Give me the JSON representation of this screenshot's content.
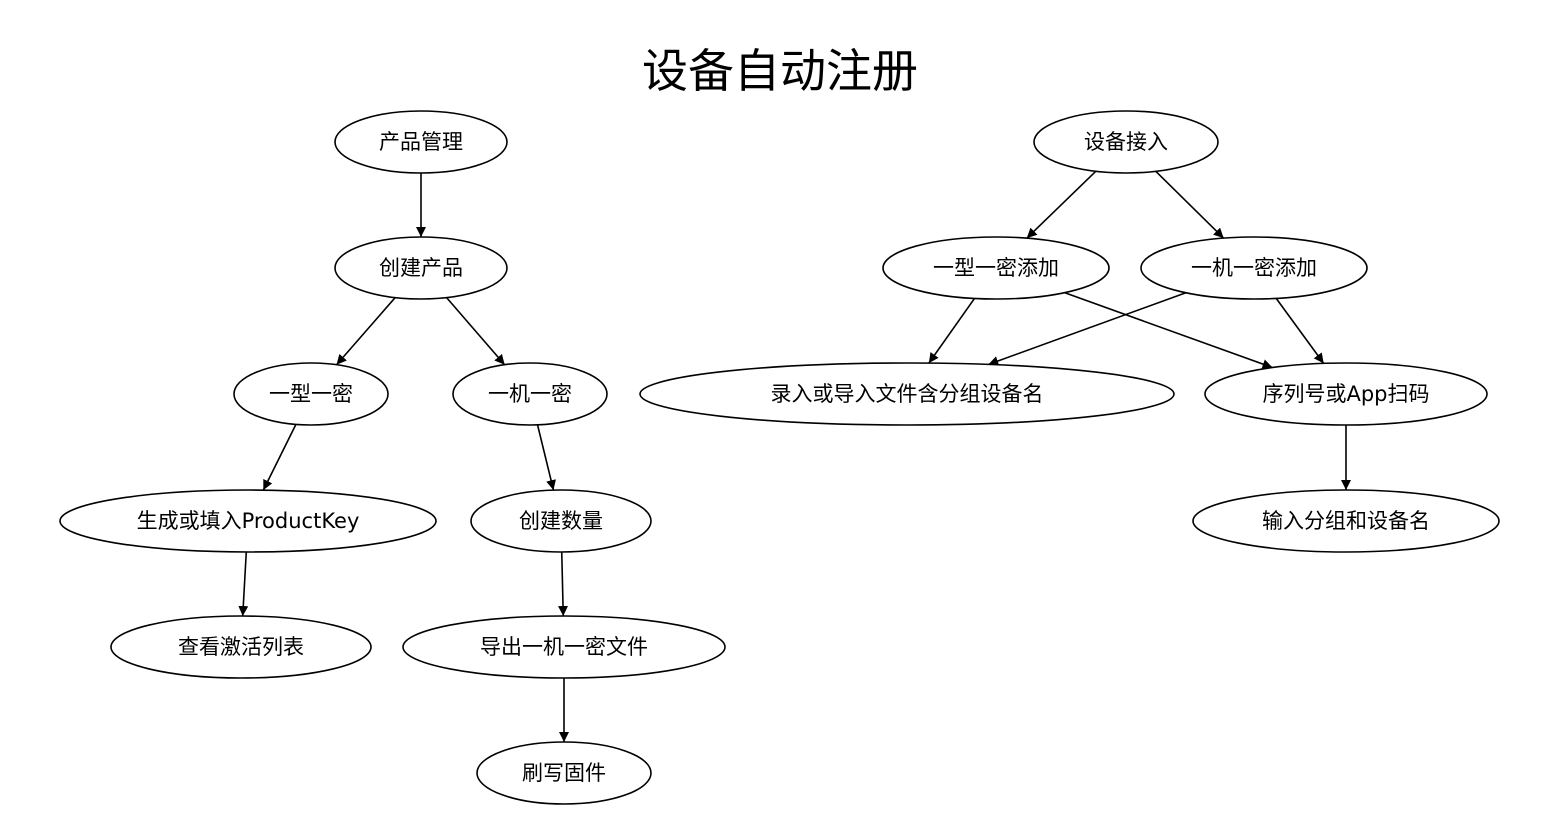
{
  "title": "设备自动注册",
  "nodes": {
    "product_mgmt": "产品管理",
    "create_product": "创建产品",
    "one_type_one_secret": "一型一密",
    "one_device_one_secret": "一机一密",
    "gen_product_key": "生成或填入ProductKey",
    "create_quantity": "创建数量",
    "view_activation_list": "查看激活列表",
    "export_secret_file": "导出一机一密文件",
    "flash_firmware": "刷写固件",
    "device_access": "设备接入",
    "add_one_type_one_secret": "一型一密添加",
    "add_one_device_one_secret": "一机一密添加",
    "import_device_names": "录入或导入文件含分组设备名",
    "serial_or_app_scan": "序列号或App扫码",
    "input_group_device_name": "输入分组和设备名"
  },
  "edges": [
    {
      "from": "product_mgmt",
      "to": "create_product"
    },
    {
      "from": "create_product",
      "to": "one_type_one_secret"
    },
    {
      "from": "create_product",
      "to": "one_device_one_secret"
    },
    {
      "from": "one_type_one_secret",
      "to": "gen_product_key"
    },
    {
      "from": "gen_product_key",
      "to": "view_activation_list"
    },
    {
      "from": "one_device_one_secret",
      "to": "create_quantity"
    },
    {
      "from": "create_quantity",
      "to": "export_secret_file"
    },
    {
      "from": "export_secret_file",
      "to": "flash_firmware"
    },
    {
      "from": "device_access",
      "to": "add_one_type_one_secret"
    },
    {
      "from": "device_access",
      "to": "add_one_device_one_secret"
    },
    {
      "from": "add_one_type_one_secret",
      "to": "import_device_names"
    },
    {
      "from": "add_one_type_one_secret",
      "to": "serial_or_app_scan"
    },
    {
      "from": "add_one_device_one_secret",
      "to": "import_device_names"
    },
    {
      "from": "add_one_device_one_secret",
      "to": "serial_or_app_scan"
    },
    {
      "from": "serial_or_app_scan",
      "to": "input_group_device_name"
    }
  ],
  "colors": {
    "stroke": "#000000",
    "fill": "#ffffff",
    "text": "#000000"
  }
}
